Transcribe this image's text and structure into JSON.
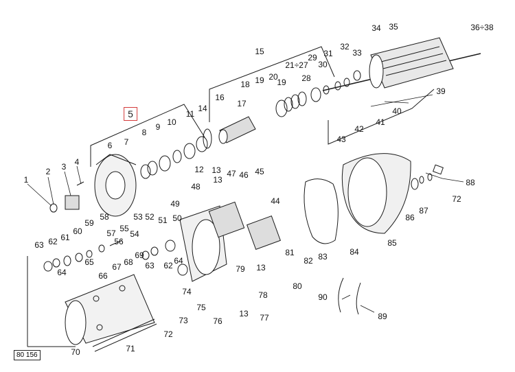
{
  "highlighted_label": "5",
  "drawing_code": "80 156",
  "labels": [
    {
      "key": "1",
      "t": "1"
    },
    {
      "key": "2",
      "t": "2"
    },
    {
      "key": "3",
      "t": "3"
    },
    {
      "key": "4",
      "t": "4"
    },
    {
      "key": "6",
      "t": "6"
    },
    {
      "key": "7",
      "t": "7"
    },
    {
      "key": "8",
      "t": "8"
    },
    {
      "key": "9",
      "t": "9"
    },
    {
      "key": "10",
      "t": "10"
    },
    {
      "key": "11",
      "t": "11"
    },
    {
      "key": "12",
      "t": "12"
    },
    {
      "key": "13a",
      "t": "13"
    },
    {
      "key": "14",
      "t": "14"
    },
    {
      "key": "15",
      "t": "15"
    },
    {
      "key": "16",
      "t": "16"
    },
    {
      "key": "17",
      "t": "17"
    },
    {
      "key": "18",
      "t": "18"
    },
    {
      "key": "19a",
      "t": "19"
    },
    {
      "key": "20",
      "t": "20"
    },
    {
      "key": "19b",
      "t": "19"
    },
    {
      "key": "2127",
      "t": "21÷27"
    },
    {
      "key": "28",
      "t": "28"
    },
    {
      "key": "29",
      "t": "29"
    },
    {
      "key": "30",
      "t": "30"
    },
    {
      "key": "31",
      "t": "31"
    },
    {
      "key": "32",
      "t": "32"
    },
    {
      "key": "33",
      "t": "33"
    },
    {
      "key": "34",
      "t": "34"
    },
    {
      "key": "35",
      "t": "35"
    },
    {
      "key": "3638",
      "t": "36÷38"
    },
    {
      "key": "39",
      "t": "39"
    },
    {
      "key": "40",
      "t": "40"
    },
    {
      "key": "41",
      "t": "41"
    },
    {
      "key": "42",
      "t": "42"
    },
    {
      "key": "43",
      "t": "43"
    },
    {
      "key": "44",
      "t": "44"
    },
    {
      "key": "45",
      "t": "45"
    },
    {
      "key": "46",
      "t": "46"
    },
    {
      "key": "47",
      "t": "47"
    },
    {
      "key": "13b",
      "t": "13"
    },
    {
      "key": "48",
      "t": "48"
    },
    {
      "key": "49",
      "t": "49"
    },
    {
      "key": "50",
      "t": "50"
    },
    {
      "key": "51",
      "t": "51"
    },
    {
      "key": "52",
      "t": "52"
    },
    {
      "key": "53",
      "t": "53"
    },
    {
      "key": "54",
      "t": "54"
    },
    {
      "key": "55",
      "t": "55"
    },
    {
      "key": "56",
      "t": "56"
    },
    {
      "key": "57",
      "t": "57"
    },
    {
      "key": "58",
      "t": "58"
    },
    {
      "key": "59",
      "t": "59"
    },
    {
      "key": "60",
      "t": "60"
    },
    {
      "key": "61",
      "t": "61"
    },
    {
      "key": "62a",
      "t": "62"
    },
    {
      "key": "63a",
      "t": "63"
    },
    {
      "key": "64a",
      "t": "64"
    },
    {
      "key": "65",
      "t": "65"
    },
    {
      "key": "66",
      "t": "66"
    },
    {
      "key": "67",
      "t": "67"
    },
    {
      "key": "68",
      "t": "68"
    },
    {
      "key": "69",
      "t": "69"
    },
    {
      "key": "63b",
      "t": "63"
    },
    {
      "key": "62b",
      "t": "62"
    },
    {
      "key": "64b",
      "t": "64"
    },
    {
      "key": "70",
      "t": "70"
    },
    {
      "key": "71",
      "t": "71"
    },
    {
      "key": "72a",
      "t": "72"
    },
    {
      "key": "73",
      "t": "73"
    },
    {
      "key": "74",
      "t": "74"
    },
    {
      "key": "75",
      "t": "75"
    },
    {
      "key": "76",
      "t": "76"
    },
    {
      "key": "77",
      "t": "77"
    },
    {
      "key": "13c",
      "t": "13"
    },
    {
      "key": "78",
      "t": "78"
    },
    {
      "key": "79",
      "t": "79"
    },
    {
      "key": "80",
      "t": "80"
    },
    {
      "key": "13d",
      "t": "13"
    },
    {
      "key": "81",
      "t": "81"
    },
    {
      "key": "82",
      "t": "82"
    },
    {
      "key": "83",
      "t": "83"
    },
    {
      "key": "84",
      "t": "84"
    },
    {
      "key": "85",
      "t": "85"
    },
    {
      "key": "86",
      "t": "86"
    },
    {
      "key": "87",
      "t": "87"
    },
    {
      "key": "72b",
      "t": "72"
    },
    {
      "key": "88",
      "t": "88"
    },
    {
      "key": "89",
      "t": "89"
    },
    {
      "key": "90",
      "t": "90"
    }
  ]
}
